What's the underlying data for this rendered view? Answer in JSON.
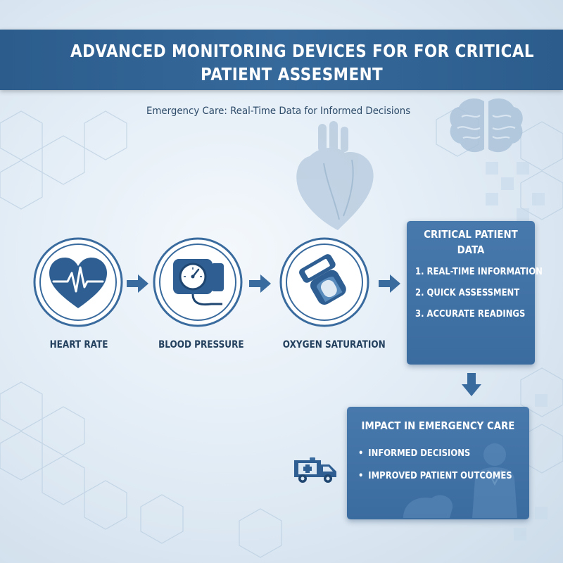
{
  "header": {
    "title_line1": "ADVANCED MONITORING DEVICES FOR FOR CRITICAL",
    "title_line2": "PATIENT ASSESMENT",
    "subtitle": "Emergency Care: Real-Time Data for Informed Decisions"
  },
  "devices": [
    {
      "label": "HEART RATE",
      "icon": "heart-monitor-icon"
    },
    {
      "label": "BLOOD PRESSURE",
      "icon": "blood-pressure-monitor-icon"
    },
    {
      "label": "OXYGEN SATURATION",
      "icon": "pulse-oximeter-icon"
    }
  ],
  "critical_box": {
    "title_line1": "CRITICAL PATIENT",
    "title_line2": "DATA",
    "items": [
      "1. REAL-TIME INFORMATION",
      "2. QUICK ASSESSMENT",
      "3. ACCURATE READINGS"
    ]
  },
  "impact_box": {
    "title": "IMPACT IN EMERGENCY CARE",
    "items": [
      "INFORMED DECISIONS",
      "IMPROVED PATIENT OUTCOMES"
    ]
  },
  "colors": {
    "primary": "#2b5c8c",
    "box": "#4275a8",
    "icon": "#2f5f92",
    "ring": "#3a6b9e"
  }
}
